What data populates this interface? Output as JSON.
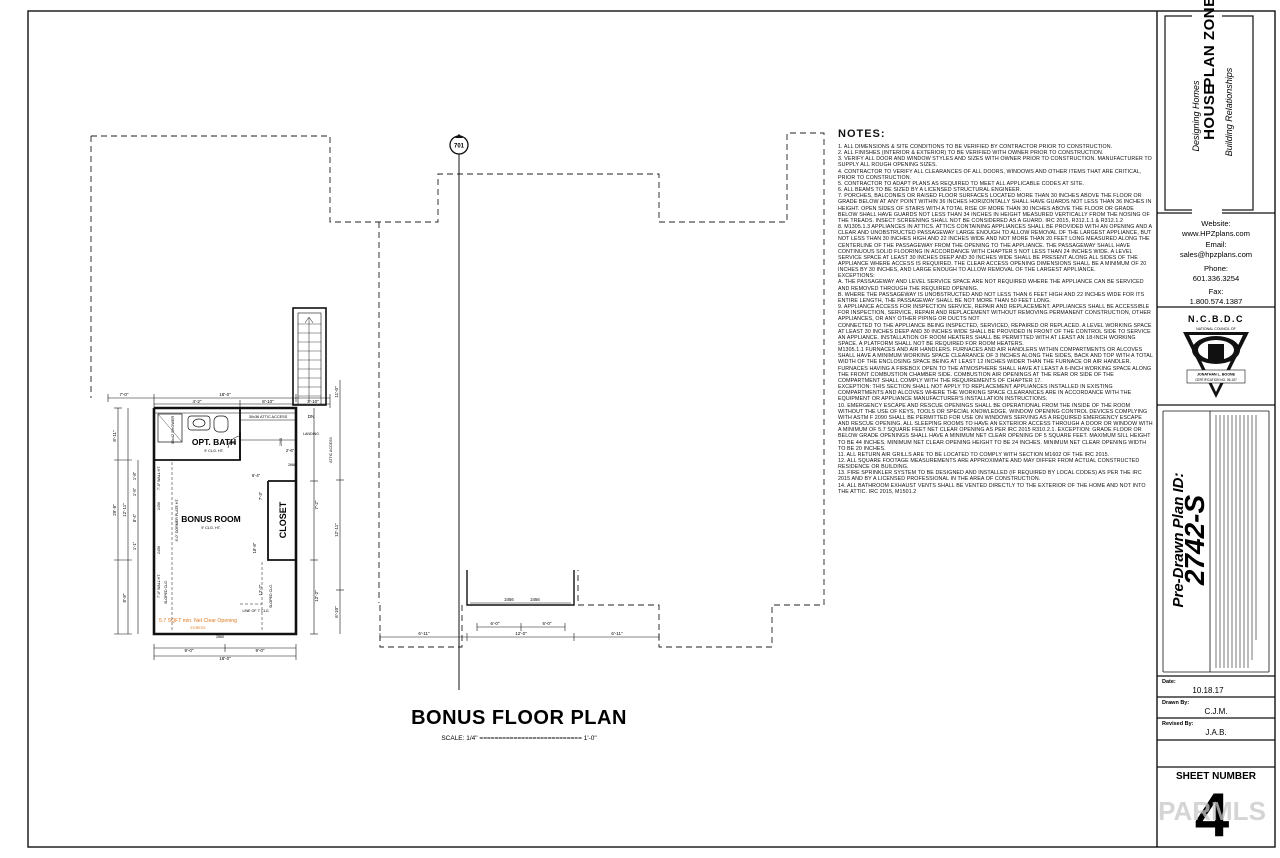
{
  "drawing": {
    "title": "BONUS FLOOR PLAN",
    "scale": "SCALE: 1/4\" =========================== 1'-0\"",
    "column_marker": "701"
  },
  "rooms": {
    "bath": "OPT. BATH",
    "bath_ceiling": "9' CLG. HT.",
    "bonus": "BONUS ROOM",
    "bonus_ceiling": "9' CLG. HT.",
    "closet": "CLOSET",
    "dn": "DN",
    "shower": "36x42 SHOWER",
    "attic_access": "30x36 ATTIC ACCESS",
    "attic_access2": "ATTIC ACCESS",
    "landing": "LANDING",
    "egress_note": "5.7 SQFT min. Net Clear Opening",
    "egress_sub": "EGRESS",
    "line_of_clg": "LINE OF 7' CLG.",
    "sloped_clg_1": "SLOPED CLG.",
    "sloped_clg_2": "SLOPED CLG.",
    "dormer_plate": "6'-0\" DORMER PLATE HT.",
    "knee_wall_1": "7'-0\" WALL HT.",
    "knee_wall_2": "7'-0\" WALL HT.",
    "window_code_1": "2456",
    "window_code_2": "2456",
    "window_code_3": "2860",
    "door_code_1": "2068",
    "door_code_2": "2668",
    "door_code_3": "2068",
    "door_code_4": "2456",
    "door_code_5": "2456"
  },
  "dimensions": {
    "top_overall": "18'-0\"",
    "top_left": "7'-0\"",
    "top_a": "4'-2\"",
    "top_b": "8'-10\"",
    "top_c": "3'-10\"",
    "left_a": "8'-11\"",
    "left_b": "12'-11\"",
    "left_c": "8'-8\"",
    "left_overall": "29'-8\"",
    "left_inner1": "1'-8\"",
    "left_inner2": "1'-5\"",
    "left_inner3": "8'-4\"",
    "left_inner4": "1'-1\"",
    "right_a": "11'-0\"",
    "right_b": "12'-11\"",
    "right_c": "7'-2\"",
    "right_d": "12'-2\"",
    "right_e": "6'-10\"",
    "inner_a": "7'-3\"",
    "inner_b": "18'-8\"",
    "inner_c": "6'-4\"",
    "inner_d": "12'-2\"",
    "inner_e": "2'-6\"",
    "bottom_a": "9'-0\"",
    "bottom_b": "9'-0\"",
    "bottom_overall": "18'-0\"",
    "front_a": "6'-0\"",
    "front_b": "6'-0\"",
    "front_c": "12'-0\"",
    "front_d": "6'-11\"",
    "front_e": "6'-11\""
  },
  "notes": {
    "heading": "NOTES:",
    "items": [
      "1.  ALL DIMENSIONS & SITE CONDITIONS TO BE VERIFIED BY CONTRACTOR PRIOR TO CONSTRUCTION.",
      "2.  ALL FINISHES (INTERIOR & EXTERIOR) TO BE VERIFIED WITH OWNER PRIOR TO CONSTRUCTION.",
      "3.  VERIFY ALL DOOR AND WINDOW STYLES AND SIZES WITH OWNER PRIOR TO CONSTRUCTION. MANUFACTURER TO SUPPLY ALL ROUGH OPENING SIZES.",
      "4.  CONTRACTOR TO VERIFY ALL CLEARANCES OF ALL DOORS, WINDOWS AND OTHER ITEMS THAT ARE CRITICAL, PRIOR TO CONSTRUCTION.",
      "5.  CONTRACTOR TO ADAPT PLANS AS REQUIRED TO MEET ALL APPLICABLE CODES AT SITE.",
      "6.  ALL BEAMS TO BE SIZED BY A LICENSED STRUCTURAL ENGINEER.",
      "7.  PORCHES, BALCONIES OR RAISED FLOOR SURFACES LOCATED MORE THAN 30 INCHES ABOVE THE FLOOR OR GRADE BELOW AT ANY POINT WITHIN 36 INCHES HORIZONTALLY SHALL HAVE GUARDS NOT LESS THAN 36 INCHES IN HEIGHT. OPEN SIDES OF STAIRS WITH A TOTAL RISE OF MORE THAN 30 INCHES ABOVE THE FLOOR OR GRADE BELOW SHALL HAVE GUARDS NOT LESS THAN 34 INCHES IN HEIGHT MEASURED VERTICALLY FROM THE NOSING OF THE TREADS. INSECT SCREENING SHALL NOT BE CONSIDERED AS A GUARD. IRC 2015, R312.1.1 & R312.1.2",
      "8. M1305.1.3 APPLIANCES IN ATTICS. ATTICS CONTAINING APPLIANCES SHALL BE PROVIDED WITH AN OPENING AND A CLEAR AND UNOBSTRUCTED PASSAGEWAY LARGE ENOUGH TO ALLOW REMOVAL OF THE LARGEST APPLIANCE, BUT NOT LESS THAN 30 INCHES HIGH AND 22 INCHES WIDE AND NOT MORE THAN 20 FEET LONG MEASURED ALONG THE CENTERLINE OF THE PASSAGEWAY FROM THE OPENING TO THE APPLIANCE. THE PASSAGEWAY SHALL HAVE CONTINUOUS SOLID FLOORING IN ACCORDANCE WITH CHAPTER 5 NOT LESS THAN 24 INCHES WIDE. A LEVEL SERVICE SPACE AT LEAST 30 INCHES DEEP AND 30 INCHES WIDE SHALL BE PRESENT ALONG ALL SIDES OF THE APPLIANCE WHERE ACCESS IS REQUIRED. THE CLEAR ACCESS OPENING DIMENSIONS SHALL BE A MINIMUM OF 20 INCHES BY 30 INCHES, AND LARGE ENOUGH TO ALLOW REMOVAL OF THE LARGEST APPLIANCE.",
      "EXCEPTIONS:",
      "a. THE PASSAGEWAY AND LEVEL SERVICE SPACE ARE NOT REQUIRED WHERE THE APPLIANCE CAN BE SERVICED AND REMOVED THROUGH THE REQUIRED OPENING.",
      "b. WHERE THE PASSAGEWAY IS UNOBSTRUCTED AND NOT LESS THAN 6 FEET HIGH AND 22 INCHES WIDE FOR ITS ENTIRE LENGTH, THE PASSAGEWAY SHALL BE NOT MORE THAN 50 FEET LONG.",
      "9. APPLIANCE ACCESS FOR INSPECTION SERVICE, REPAIR AND REPLACEMENT. APPLIANCES SHALL BE ACCESSIBLE FOR INSPECTION, SERVICE, REPAIR AND REPLACEMENT WITHOUT REMOVING PERMANENT CONSTRUCTION, OTHER APPLIANCES, OR ANY OTHER PIPING OR DUCTS NOT",
      "CONNECTED TO THE APPLIANCE BEING INSPECTED, SERVICED, REPAIRED OR REPLACED. A LEVEL WORKING SPACE AT LEAST 30 INCHES DEEP AND 30 INCHES WIDE SHALL BE PROVIDED IN FRONT OF THE CONTROL SIDE TO SERVICE AN APPLIANCE. INSTALLATION OF ROOM HEATERS SHALL BE PERMITTED WITH AT LEAST AN 18-INCH WORKING SPACE. A PLATFORM SHALL NOT BE REQUIRED FOR ROOM HEATERS.",
      "M1305.1.1 FURNACES AND AIR HANDLERS. FURNACES AND AIR HANDLERS WITHIN COMPARTMENTS OR ALCOVES SHALL HAVE A MINIMUM WORKING SPACE CLEARANCE OF 3 INCHES ALONG THE SIDES, BACK AND TOP WITH A TOTAL WIDTH OF THE ENCLOSING SPACE BEING AT LEAST 12 INCHES WIDER THAN THE FURNACE OR AIR HANDLER. FURNACES HAVING A FIREBOX OPEN TO THE ATMOSPHERE SHALL HAVE AT LEAST A 6-INCH WORKING SPACE ALONG THE FRONT COMBUSTION CHAMBER SIDE. COMBUSTION AIR OPENINGS AT THE REAR OR SIDE OF THE COMPARTMENT SHALL COMPLY WITH THE REQUIREMENTS OF CHAPTER 17.",
      "EXCEPTION: THIS SECTION SHALL NOT APPLY TO REPLACEMENT APPLIANCES INSTALLED IN EXISTING COMPARTMENTS AND ALCOVES WHERE THE WORKING SPACE CLEARANCES ARE IN ACCORDANCE WITH THE EQUIPMENT OR APPLIANCE MANUFACTURER'S INSTALLATION INSTRUCTIONS.",
      "10. EMERGENCY ESCAPE AND RESCUE OPENINGS SHALL BE OPERATIONAL FROM THE INSIDE OF THE ROOM WITHOUT THE USE OF KEYS, TOOLS OR SPECIAL KNOWLEDGE. WINDOW OPENING CONTROL DEVICES COMPLYING WITH ASTM F 2090 SHALL BE PERMITTED FOR USE ON WINDOWS SERVING AS A REQUIRED EMERGENCY ESCAPE AND RESCUE OPENING. ALL SLEEPING ROOMS TO HAVE AN EXTERIOR ACCESS THROUGH A DOOR OR WINDOW WITH A MINIMUM OF 5.7 SQUARE FEET NET CLEAR OPENING AS PER IRC 2015 R310.2.1. EXCEPTION: GRADE FLOOR OR BELOW GRADE OPENINGS SHALL HAVE A MINIMUM NET CLEAR OPENING OF 5 SQUARE FEET. MAXIMUM SILL HEIGHT TO BE 44 INCHES. MINIMUM NET CLEAR OPENING HEIGHT TO BE 24 INCHES. MINIMUM NET CLEAR OPENING WIDTH TO BE 20 INCHES.",
      "11. ALL RETURN AIR GRILLS ARE TO BE LOCATED TO COMPLY WITH SECTION M1602 OF THE IRC 2015.",
      "12. ALL SQUARE FOOTAGE MEASUREMENTS ARE APPROXIMATE AND MAY DIFFER FROM ACTUAL CONSTRUCTED RESIDENCE OR BUILDING.",
      "13. FIRE SPRINKLER SYSTEM TO BE DESIGNED AND  INSTALLED (IF REQUIRED BY LOCAL CODES) AS PER THE IRC 2015 AND BY A LICENSED PROFESSIONAL IN THE AREA OF CONSTRUCTION.",
      "14. ALL BATHROOM EXHAUST VENTS SHALL BE VENTED DIRECTLY TO THE EXTERIOR OF THE HOME AND NOT INTO THE ATTIC. IRC 2015, M1501.2"
    ]
  },
  "title_block": {
    "logo_line1": "HOUSE",
    "logo_line2": "PLAN ZONE",
    "logo_tag1": "Designing Homes",
    "logo_tag2": "Building Relationships",
    "website_label": "Website:",
    "website": "www.HPZplans.com",
    "email_label": "Email:",
    "email": "sales@hpzplans.com",
    "phone_label": "Phone:",
    "phone": "601.336.3254",
    "fax_label": "Fax:",
    "fax": "1.800.574.1387",
    "ncbdc": "N.C.B.D.C",
    "ncbdc_sub": "NATIONAL COUNCIL OF",
    "designer_name": "JONATHAN L. BOONE",
    "cert_no": "CERTIFICATION NO. 06-157",
    "plan_id_label": "Pre-Drawn Plan ID:",
    "plan_id": "2742-S",
    "date_label": "Date:",
    "date": "10.18.17",
    "drawn_label": "Drawn By:",
    "drawn_by": "C.J.M.",
    "revised_label": "Revised By:",
    "revised_by": "J.A.B.",
    "sheet_label": "SHEET NUMBER",
    "sheet_number": "4",
    "watermark": "PARMLS"
  },
  "colors": {
    "line": "#111111",
    "egress_note": "#e07a22",
    "watermark": "#c8c8c8"
  }
}
